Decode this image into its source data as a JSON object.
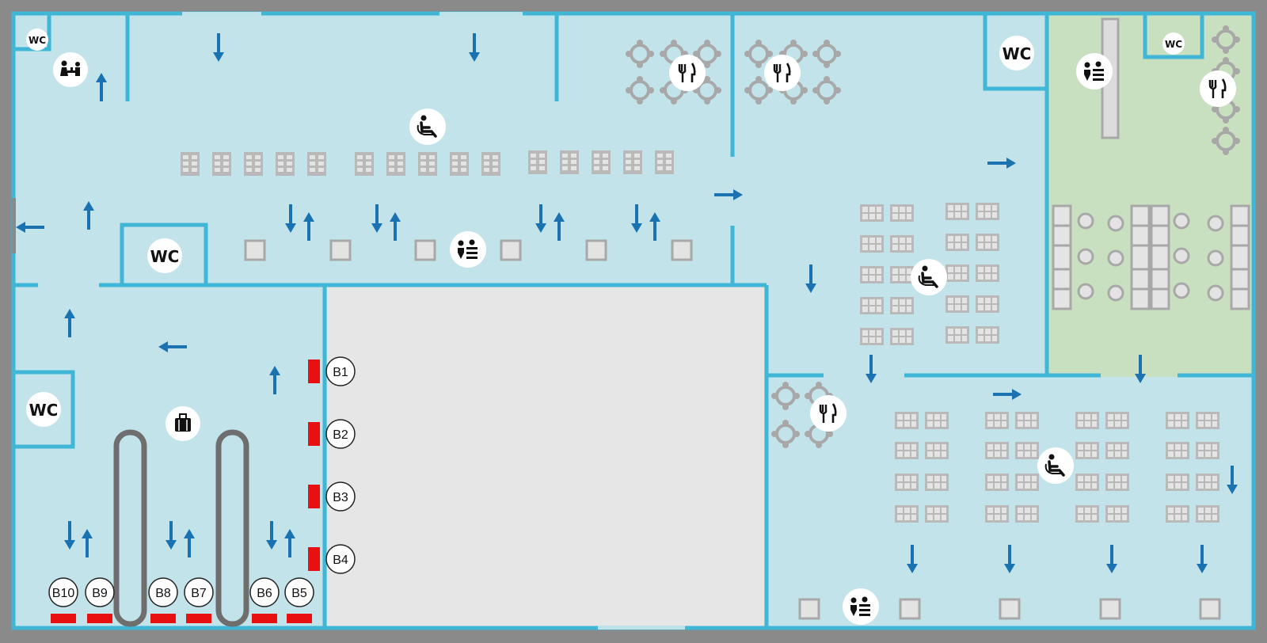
{
  "map": {
    "zones": {
      "floor_color": "#c2e3ea",
      "lounge_color": "#c8e0c0",
      "restricted_color": "#e6e6e6",
      "wall_color": "#3fb6d6",
      "outer_color": "#8a8a8a"
    },
    "arrow_color": "#1a72b0",
    "gate_color": "#e81010",
    "wc_label": "WC",
    "gates": [
      {
        "label": "B1"
      },
      {
        "label": "B2"
      },
      {
        "label": "B3"
      },
      {
        "label": "B4"
      },
      {
        "label": "B5"
      },
      {
        "label": "B6"
      },
      {
        "label": "B7"
      },
      {
        "label": "B8"
      },
      {
        "label": "B9"
      },
      {
        "label": "B10"
      }
    ],
    "icons": [
      "restroom-icon",
      "family-room-icon",
      "restaurant-icon",
      "waiting-seat-icon",
      "information-desk-icon",
      "baggage-claim-icon"
    ]
  }
}
